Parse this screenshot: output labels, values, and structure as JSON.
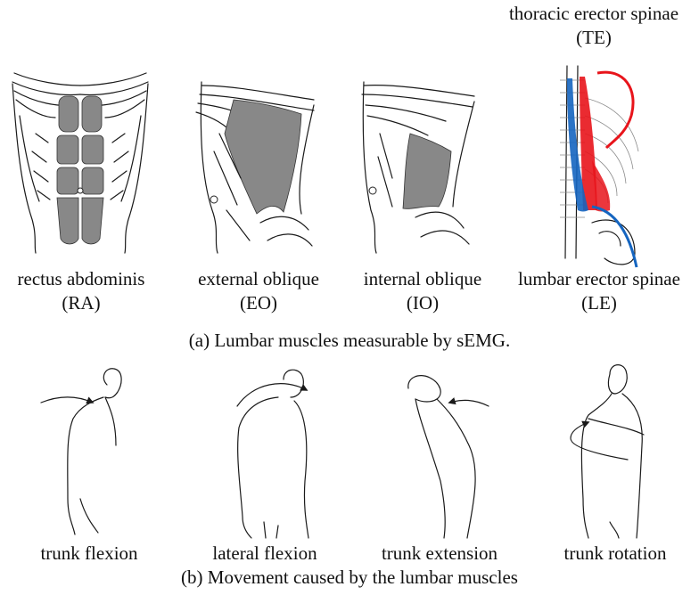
{
  "muscles": {
    "te_label": "thoracic erector spinae",
    "te_abbr": "(TE)",
    "items": [
      {
        "name": "rectus abdominis",
        "abbr": "(RA)"
      },
      {
        "name": "external oblique",
        "abbr": "(EO)"
      },
      {
        "name": "internal oblique",
        "abbr": "(IO)"
      },
      {
        "name": "lumbar erector spinae",
        "abbr": "(LE)"
      }
    ],
    "caption": "(a) Lumbar muscles measurable by sEMG."
  },
  "movements": {
    "items": [
      "trunk flexion",
      "lateral flexion",
      "trunk extension",
      "trunk rotation"
    ],
    "caption": "(b) Movement caused by the lumbar muscles"
  },
  "colors": {
    "muscle_fill": "#888888",
    "te_highlight": "#e8141b",
    "le_highlight": "#1565c0",
    "ink": "#1a1a1a"
  }
}
